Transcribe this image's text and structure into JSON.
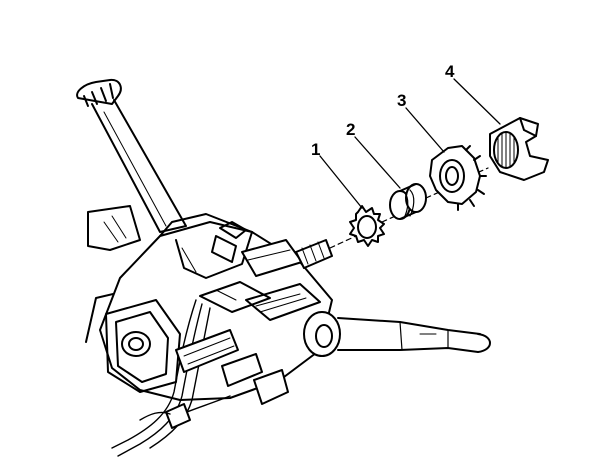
{
  "callouts": [
    {
      "label": "1",
      "part": "spacer-ring"
    },
    {
      "label": "2",
      "part": "spring"
    },
    {
      "label": "3",
      "part": "race-ring"
    },
    {
      "label": "4",
      "part": "bearing-adapter"
    }
  ],
  "colors": {
    "line": "#000000",
    "background": "#ffffff",
    "shade": "#d8d8d8"
  }
}
